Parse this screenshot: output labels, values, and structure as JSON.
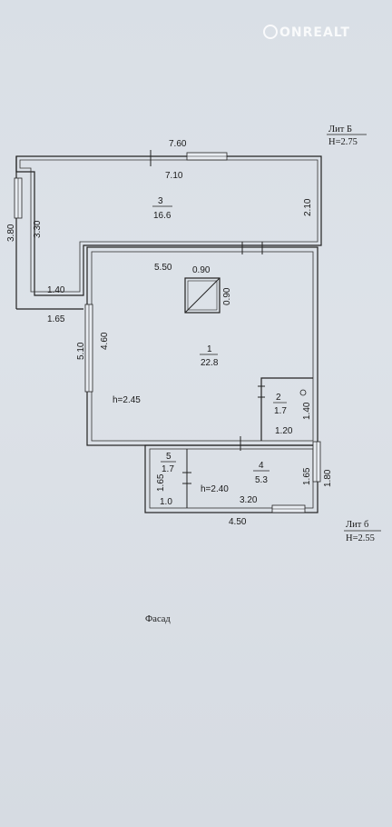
{
  "watermark": "ONREALT",
  "lit_b_upper": {
    "name": "Лит Б",
    "height": "H=2.75"
  },
  "lit_b_lower": {
    "name": "Лит б",
    "height": "H=2.55"
  },
  "rooms": [
    {
      "number": "3",
      "area": "16.6"
    },
    {
      "number": "1",
      "area": "22.8"
    },
    {
      "number": "2",
      "area": "1.7"
    },
    {
      "number": "5",
      "area": "1.7"
    },
    {
      "number": "4",
      "area": "5.3"
    }
  ],
  "heights": {
    "main": "h=2.45",
    "lower": "h=2.40"
  },
  "dimensions": {
    "top_outer": "7.60",
    "top_inner": "7.10",
    "left_outer_room3": "3.80",
    "left_inner_room3": "3.30",
    "right_room3": "2.10",
    "ledge_inner": "1.40",
    "ledge_outer": "1.65",
    "room1_top": "5.50",
    "chimney_w": "0.90",
    "chimney_h": "0.90",
    "room1_left_inner": "4.60",
    "room1_left_outer": "5.10",
    "room2_h": "1.40",
    "room2_w": "1.20",
    "room5_h": "1.65",
    "room5_w": "1.0",
    "room4_w_inner": "3.20",
    "room4_h": "1.65",
    "ext_right": "1.80",
    "ext_bottom": "4.50"
  },
  "facade_label": "Фасад"
}
